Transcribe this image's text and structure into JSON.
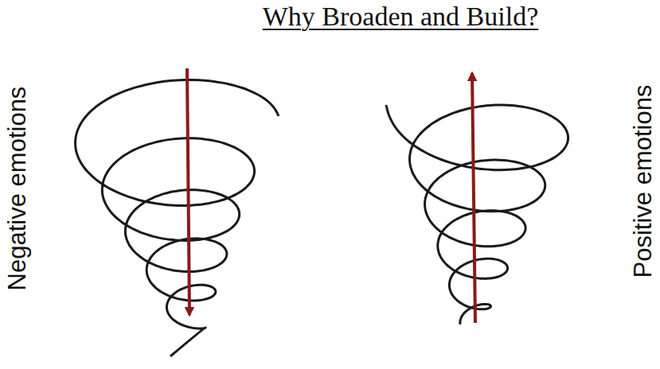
{
  "diagram": {
    "title": "Why Broaden and Build?",
    "labels": [
      "Negative emotions",
      "Positive emotions"
    ]
  }
}
